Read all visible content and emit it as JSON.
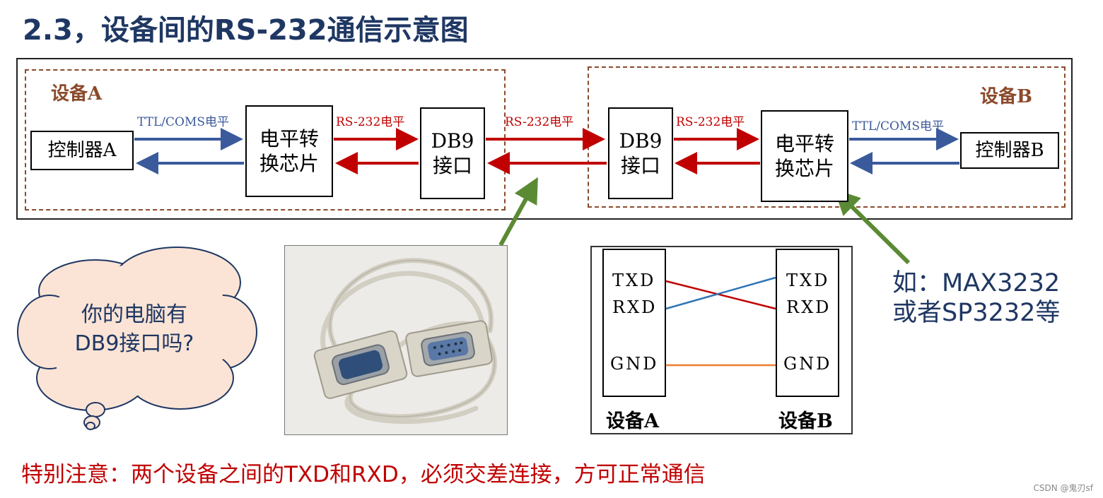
{
  "title": "2.3，设备间的RS-232通信示意图",
  "device_a": {
    "label": "设备A",
    "controller": "控制器A",
    "chip_line1": "电平转",
    "chip_line2": "换芯片",
    "db9_line1": "DB9",
    "db9_line2": "接口",
    "ttl_label": "TTL/COMS电平",
    "rs232_label": "RS-232电平"
  },
  "device_b": {
    "label": "设备B",
    "controller": "控制器B",
    "chip_line1": "电平转",
    "chip_line2": "换芯片",
    "db9_line1": "DB9",
    "db9_line2": "接口",
    "ttl_label": "TTL/COMS电平",
    "rs232_label": "RS-232电平"
  },
  "cable_label": "RS-232电平",
  "cloud": {
    "line1": "你的电脑有",
    "line2": "DB9接口吗?"
  },
  "pinout": {
    "left_pins": [
      "TXD",
      "RXD",
      "GND"
    ],
    "right_pins": [
      "TXD",
      "RXD",
      "GND"
    ],
    "left_caption": "设备A",
    "right_caption": "设备B"
  },
  "chip_note": {
    "line1": "如：MAX3232",
    "line2": "或者SP3232等"
  },
  "notice": "特别注意：两个设备之间的TXD和RXD，必须交差连接，方可正常通信",
  "watermark": "CSDN @鬼刃sf",
  "colors": {
    "title": "#1f3763",
    "dashed_border": "#8b4a2b",
    "rs232_arrow": "#c00000",
    "ttl_arrow": "#3a5a9c",
    "pointer_arrow": "#5b8a34",
    "cross_red": "#c00000",
    "cross_blue": "#2e75b6",
    "gnd_line": "#ed7d31",
    "cloud_fill": "#fbe4d5",
    "cloud_stroke": "#1f3763"
  }
}
